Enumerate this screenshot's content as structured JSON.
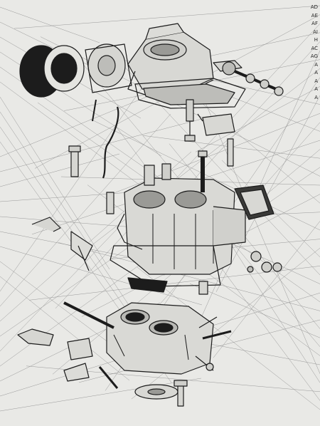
{
  "diagram": {
    "type": "exploded-parts-view",
    "subject": "carburettor",
    "callout_labels": [
      "AD",
      "AE",
      "AF",
      "AI",
      "H",
      "AC",
      "AG",
      "A",
      "A",
      "A",
      "A",
      "A"
    ]
  },
  "colors": {
    "paper": "#e9e9e6",
    "ink": "#1c1c1c",
    "leader": "#8e8e8e"
  }
}
